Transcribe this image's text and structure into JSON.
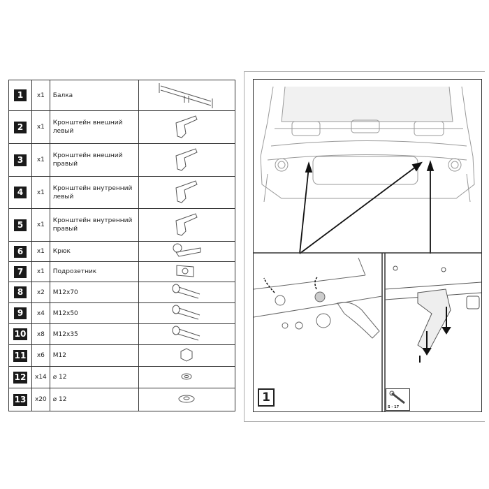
{
  "parts": [
    {
      "num": "1",
      "qty": "x1",
      "name": "Балка",
      "icon": "crossbar"
    },
    {
      "num": "2",
      "qty": "x1",
      "name": "Кронштейн внешний левый",
      "icon": "bracket"
    },
    {
      "num": "3",
      "qty": "x1",
      "name": "Кронштейн внешний правый",
      "icon": "bracket"
    },
    {
      "num": "4",
      "qty": "x1",
      "name": "Кронштейн внутренний левый",
      "icon": "bracket"
    },
    {
      "num": "5",
      "qty": "x1",
      "name": "Кронштейн внутренний правый",
      "icon": "bracket"
    },
    {
      "num": "6",
      "qty": "x1",
      "name": "Крюк",
      "icon": "tow-ball"
    },
    {
      "num": "7",
      "qty": "x1",
      "name": "Подрозетник",
      "icon": "socket-plate"
    },
    {
      "num": "8",
      "qty": "x2",
      "name": "M12x70",
      "icon": "bolt"
    },
    {
      "num": "9",
      "qty": "x4",
      "name": "M12x50",
      "icon": "bolt"
    },
    {
      "num": "10",
      "qty": "x8",
      "name": "M12x35",
      "icon": "bolt"
    },
    {
      "num": "11",
      "qty": "x6",
      "name": "M12",
      "icon": "nut"
    },
    {
      "num": "12",
      "qty": "x14",
      "name": "⌀ 12",
      "icon": "spring-washer"
    },
    {
      "num": "13",
      "qty": "x20",
      "name": "⌀ 12",
      "icon": "flat-washer"
    }
  ],
  "step": {
    "number": "1"
  },
  "tool": {
    "label": "S - 17",
    "icon": "wrench"
  }
}
